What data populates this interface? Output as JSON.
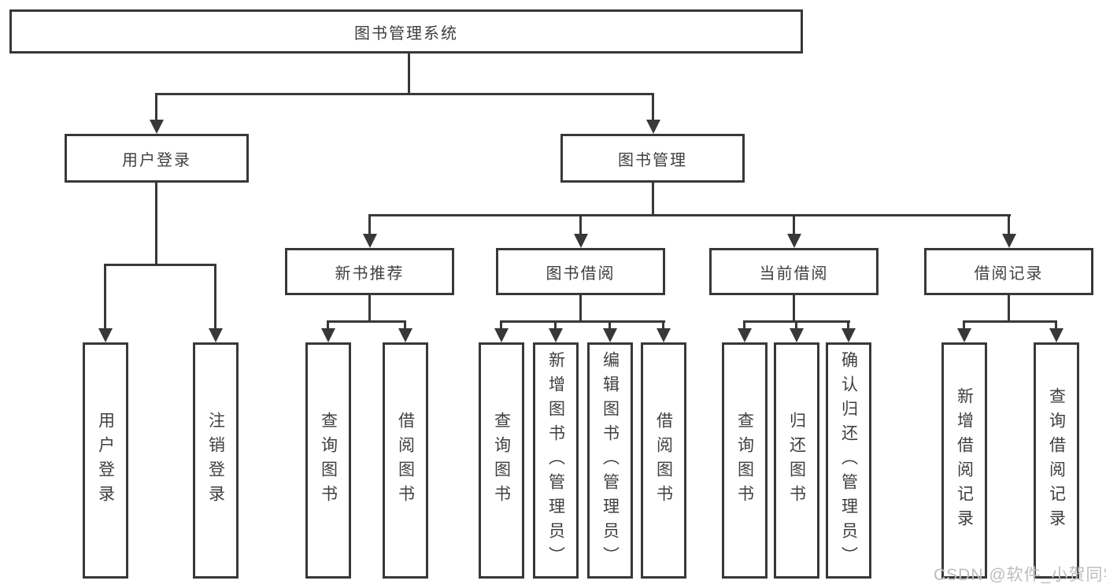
{
  "tree": {
    "label": "图书管理系统",
    "children": [
      {
        "label": "用户登录",
        "children": [
          {
            "label": "用户登录"
          },
          {
            "label": "注销登录"
          }
        ]
      },
      {
        "label": "图书管理",
        "children": [
          {
            "label": "新书推荐",
            "children": [
              {
                "label": "查询图书"
              },
              {
                "label": "借阅图书"
              }
            ]
          },
          {
            "label": "图书借阅",
            "children": [
              {
                "label": "查询图书"
              },
              {
                "label": "新增图书（管理员）"
              },
              {
                "label": "编辑图书（管理员）"
              },
              {
                "label": "借阅图书"
              }
            ]
          },
          {
            "label": "当前借阅",
            "children": [
              {
                "label": "查询图书"
              },
              {
                "label": "归还图书"
              },
              {
                "label": "确认归还（管理员）"
              }
            ]
          },
          {
            "label": "借阅记录",
            "children": [
              {
                "label": "新增借阅记录"
              },
              {
                "label": "查询借阅记录"
              }
            ]
          }
        ]
      }
    ]
  },
  "watermark": {
    "text": "CSDN @软件_小贺同学"
  },
  "colors": {
    "line": "#383838",
    "text": "#3f3f3f",
    "background": "#ffffff",
    "watermark": "#bdbdbd"
  }
}
